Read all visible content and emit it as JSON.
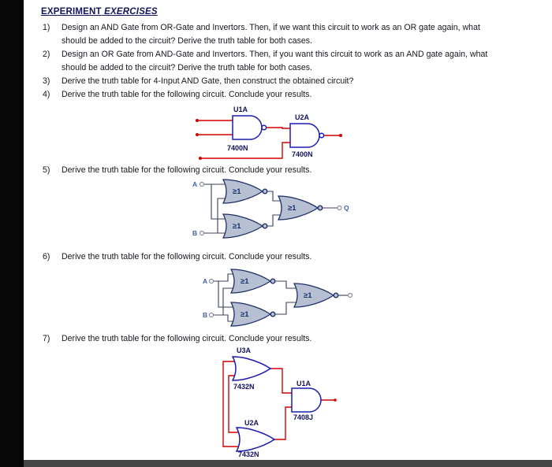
{
  "title": {
    "part1": "EXPERIMENT",
    "part2": "EXERCISES"
  },
  "exercises": [
    {
      "num": "1)",
      "lines": [
        "Design an AND Gate from OR-Gate and Invertors. Then, if we want this circuit to work as an OR gate again, what",
        "should be added to the circuit? Derive the truth table for both cases."
      ]
    },
    {
      "num": "2)",
      "lines": [
        "Design an OR Gate from AND-Gate and Invertors. Then, if you want this circuit to work as an AND gate again, what",
        "should be added to the circuit? Derive the truth table for both cases."
      ]
    },
    {
      "num": "3)",
      "lines": [
        "Derive the truth table for 4-Input AND Gate, then construct the obtained circuit?"
      ]
    },
    {
      "num": "4)",
      "lines": [
        "Derive the truth table for the following circuit. Conclude your results."
      ]
    },
    {
      "num": "5)",
      "lines": [
        "Derive the truth table for the following circuit. Conclude your results."
      ]
    },
    {
      "num": "6)",
      "lines": [
        "Derive the truth table for the following circuit. Conclude your results."
      ]
    },
    {
      "num": "7)",
      "lines": [
        "Derive the truth table for the following circuit. Conclude your results."
      ]
    }
  ],
  "circuit4": {
    "g1_ref": "U1A",
    "g1_part": "7400N",
    "g2_ref": "U2A",
    "g2_part": "7400N"
  },
  "circuit5": {
    "input_a": "A",
    "input_b": "B",
    "output_q": "Q",
    "or_label": "≥1"
  },
  "circuit6": {
    "input_a": "A",
    "input_b": "B",
    "or_label": "≥1"
  },
  "circuit7": {
    "g1_ref": "U3A",
    "g1_part": "7432N",
    "g2_ref": "U1A",
    "g2_part": "7408J",
    "g3_ref": "U2A",
    "g3_part": "7432N"
  },
  "colors": {
    "wire_red": "#d40000",
    "gate_blue": "#1b1bb0",
    "gate_fill_gray": "#b6c0d2",
    "label_navy": "#12125c",
    "title_navy": "#15155e"
  }
}
